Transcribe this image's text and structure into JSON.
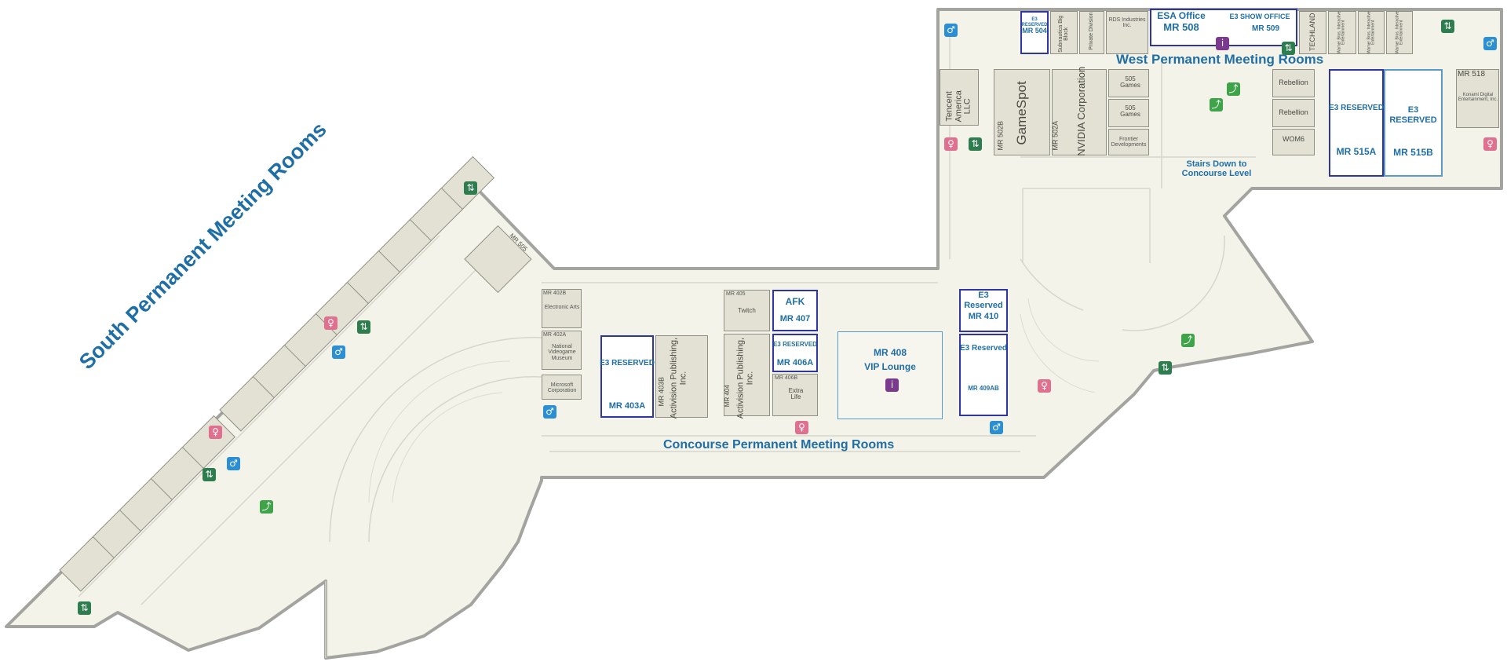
{
  "areas": {
    "south": "South Permanent Meeting Rooms",
    "west": "West Permanent Meeting Rooms",
    "concourse": "Concourse Permanent Meeting Rooms",
    "stairs": "Stairs Down to Concourse Level"
  },
  "rooms": {
    "mr402b": "MR 402B",
    "electronic_arts": "Electronic Arts",
    "mr402a": "MR 402A",
    "videogame_museum": "National Videogame Museum",
    "microsoft": "Microsoft Corporation",
    "mr403a_res": "E3 RESERVED",
    "mr403a": "MR 403A",
    "mr403b": "MR 403B",
    "activision_403": "Activision Publishing, Inc.",
    "mr405": "MR 405",
    "twitch": "Twitch",
    "mr404": "MR 404",
    "activision_404": "Activision Publishing, Inc.",
    "afk": "AFK",
    "mr407": "MR 407",
    "mr406a_res": "E3 RESERVED",
    "mr406a": "MR 406A",
    "mr406b": "MR 406B",
    "extra_life": "Extra Life",
    "mr408": "MR 408",
    "vip_lounge": "VIP Lounge",
    "mr410_res1": "E3",
    "mr410_res2": "Reserved",
    "mr410": "MR 410",
    "mr409ab_res": "E3 Reserved",
    "mr409ab": "MR 409AB",
    "mr504_res": "E3 RESERVED",
    "mr504": "MR 504",
    "subnautica": "Subnautica Big Block",
    "private_division": "Private Division",
    "rds": "RDS Industries Inc.",
    "esa_office": "ESA Office",
    "mr508": "MR 508",
    "show_office": "E3 SHOW OFFICE",
    "mr509": "MR 509",
    "techland": "TECHLAND",
    "warner1": "Warner Bros. Interactive Entertainment",
    "warner2": "Warner Bros. Interactive Entertainment",
    "warner3": "Warner Bros. Interactive Entertainment",
    "tencent": "Tencent America LLC",
    "gamespot": "GameSpot",
    "mr502b": "MR 502B",
    "nvidia": "NVIDIA Corporation",
    "mr502a": "MR 502A",
    "games505_a": "505 Games",
    "games505_b": "505 Games",
    "frontier": "Frontier Developments",
    "rebellion_a": "Rebellion",
    "rebellion_b": "Rebellion",
    "wom6": "WOM6",
    "mr515a_res": "E3 RESERVED",
    "mr515a": "MR 515A",
    "mr515b_res": "E3 RESERVED",
    "mr515b": "MR 515B",
    "mr518": "MR 518",
    "konami": "Konami Digital Entertainment, Inc.",
    "mr505": "MR 505"
  },
  "colors": {
    "floor": "#f3f3ea",
    "outline": "#a3a3a0",
    "room_fill": "#e2e1d4",
    "reserved_border": "#2f35a3",
    "title_blue": "#1f6ea5",
    "men_icon": "#2c8fd4",
    "women_icon": "#e0708f",
    "elevator_icon": "#2e7d4f",
    "stairs_icon": "#3fa34a",
    "info_icon": "#7b3a8f"
  },
  "icons": {
    "men": "men-restroom-icon",
    "women": "women-restroom-icon",
    "elevator": "elevator-icon",
    "stairs": "stairs-icon",
    "info": "information-icon"
  }
}
